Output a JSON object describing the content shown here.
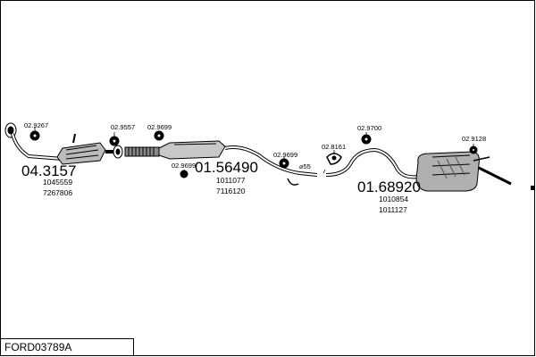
{
  "diagram_code": "FORD03789A",
  "sections": {
    "front_pipe": {
      "part": "04.3157",
      "refs": [
        "1045559",
        "7267806"
      ]
    },
    "center_pipe": {
      "part": "01.56490",
      "refs": [
        "1011077",
        "7116120"
      ]
    },
    "rear_muffler": {
      "part": "01.68920",
      "refs": [
        "1010854",
        "1011127"
      ]
    }
  },
  "accessories": {
    "a1": "02.9267",
    "a2": "02.9557",
    "a3": "02.9699",
    "a4": "02.9699",
    "a5": "02.9699",
    "a6": "02.8161",
    "a7": "02.9700",
    "a8": "02.9128"
  },
  "diameter_label": "⌀55"
}
